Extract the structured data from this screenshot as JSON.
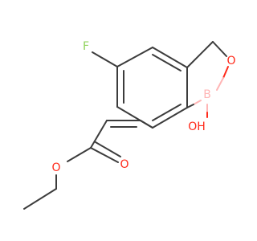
{
  "molecule": {
    "atoms": {
      "fluorine": {
        "label": "F",
        "color": "#8fd35a"
      },
      "ring_oxygen": {
        "label": "O",
        "color": "#ff2a1a"
      },
      "boron": {
        "label": "B",
        "color": "#ffb5b5"
      },
      "hydroxyl": {
        "label": "OH",
        "color": "#ff2a1a"
      },
      "ester_carbonyl_oxygen": {
        "label": "O",
        "color": "#ff2a1a"
      },
      "ester_oxygen": {
        "label": "O",
        "color": "#ff2a1a"
      }
    },
    "bond_color": "#3c3c3c"
  }
}
